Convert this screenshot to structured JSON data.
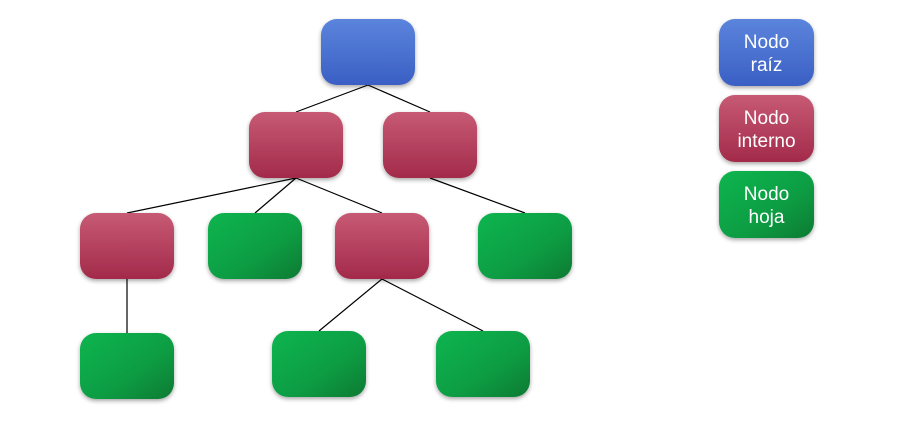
{
  "colors": {
    "root": "#4a6fd0",
    "internal": "#b73a5a",
    "leaf": "#0fa046",
    "edge": "#000000"
  },
  "legend": [
    {
      "type": "root",
      "line1": "Nodo",
      "line2": "raíz"
    },
    {
      "type": "internal",
      "line1": "Nodo",
      "line2": "interno"
    },
    {
      "type": "leaf",
      "line1": "Nodo",
      "line2": "hoja"
    }
  ],
  "tree": {
    "nodes": [
      {
        "id": "n0",
        "type": "root"
      },
      {
        "id": "n1",
        "type": "internal"
      },
      {
        "id": "n2",
        "type": "internal"
      },
      {
        "id": "n3",
        "type": "internal"
      },
      {
        "id": "n4",
        "type": "leaf"
      },
      {
        "id": "n5",
        "type": "internal"
      },
      {
        "id": "n6",
        "type": "leaf"
      },
      {
        "id": "n7",
        "type": "leaf"
      },
      {
        "id": "n8",
        "type": "leaf"
      },
      {
        "id": "n9",
        "type": "leaf"
      }
    ],
    "edges": [
      [
        "n0",
        "n1"
      ],
      [
        "n0",
        "n2"
      ],
      [
        "n1",
        "n3"
      ],
      [
        "n1",
        "n4"
      ],
      [
        "n1",
        "n5"
      ],
      [
        "n2",
        "n6"
      ],
      [
        "n3",
        "n7"
      ],
      [
        "n5",
        "n8"
      ],
      [
        "n5",
        "n9"
      ]
    ]
  }
}
